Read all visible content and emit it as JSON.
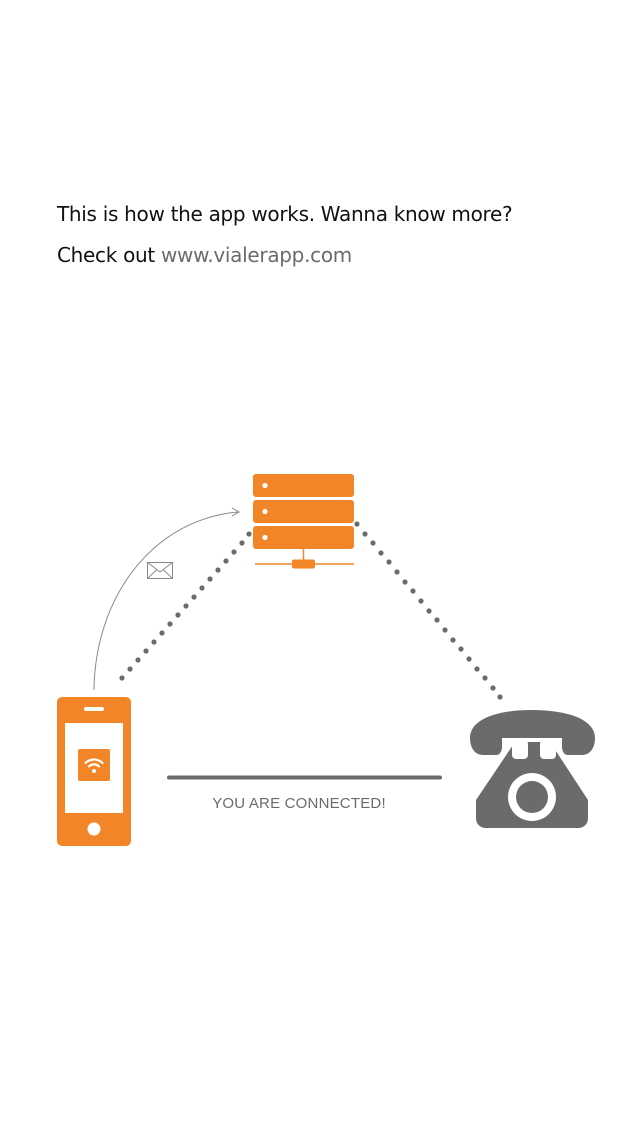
{
  "intro": {
    "question": "This is how the app works. Wanna know more?",
    "checkout_prefix": "Check out ",
    "link_text": "www.vialerapp.com"
  },
  "status": {
    "connected_text": "YOU ARE CONNECTED!"
  },
  "diagram": {
    "icons": {
      "server": "server-icon",
      "phone": "smartphone-icon",
      "wifi": "wifi-icon",
      "telephone": "telephone-icon",
      "message": "envelope-icon"
    },
    "colors": {
      "accent": "#F28527",
      "gray": "#6B6B6B",
      "dots": "#6B6B6B"
    }
  }
}
